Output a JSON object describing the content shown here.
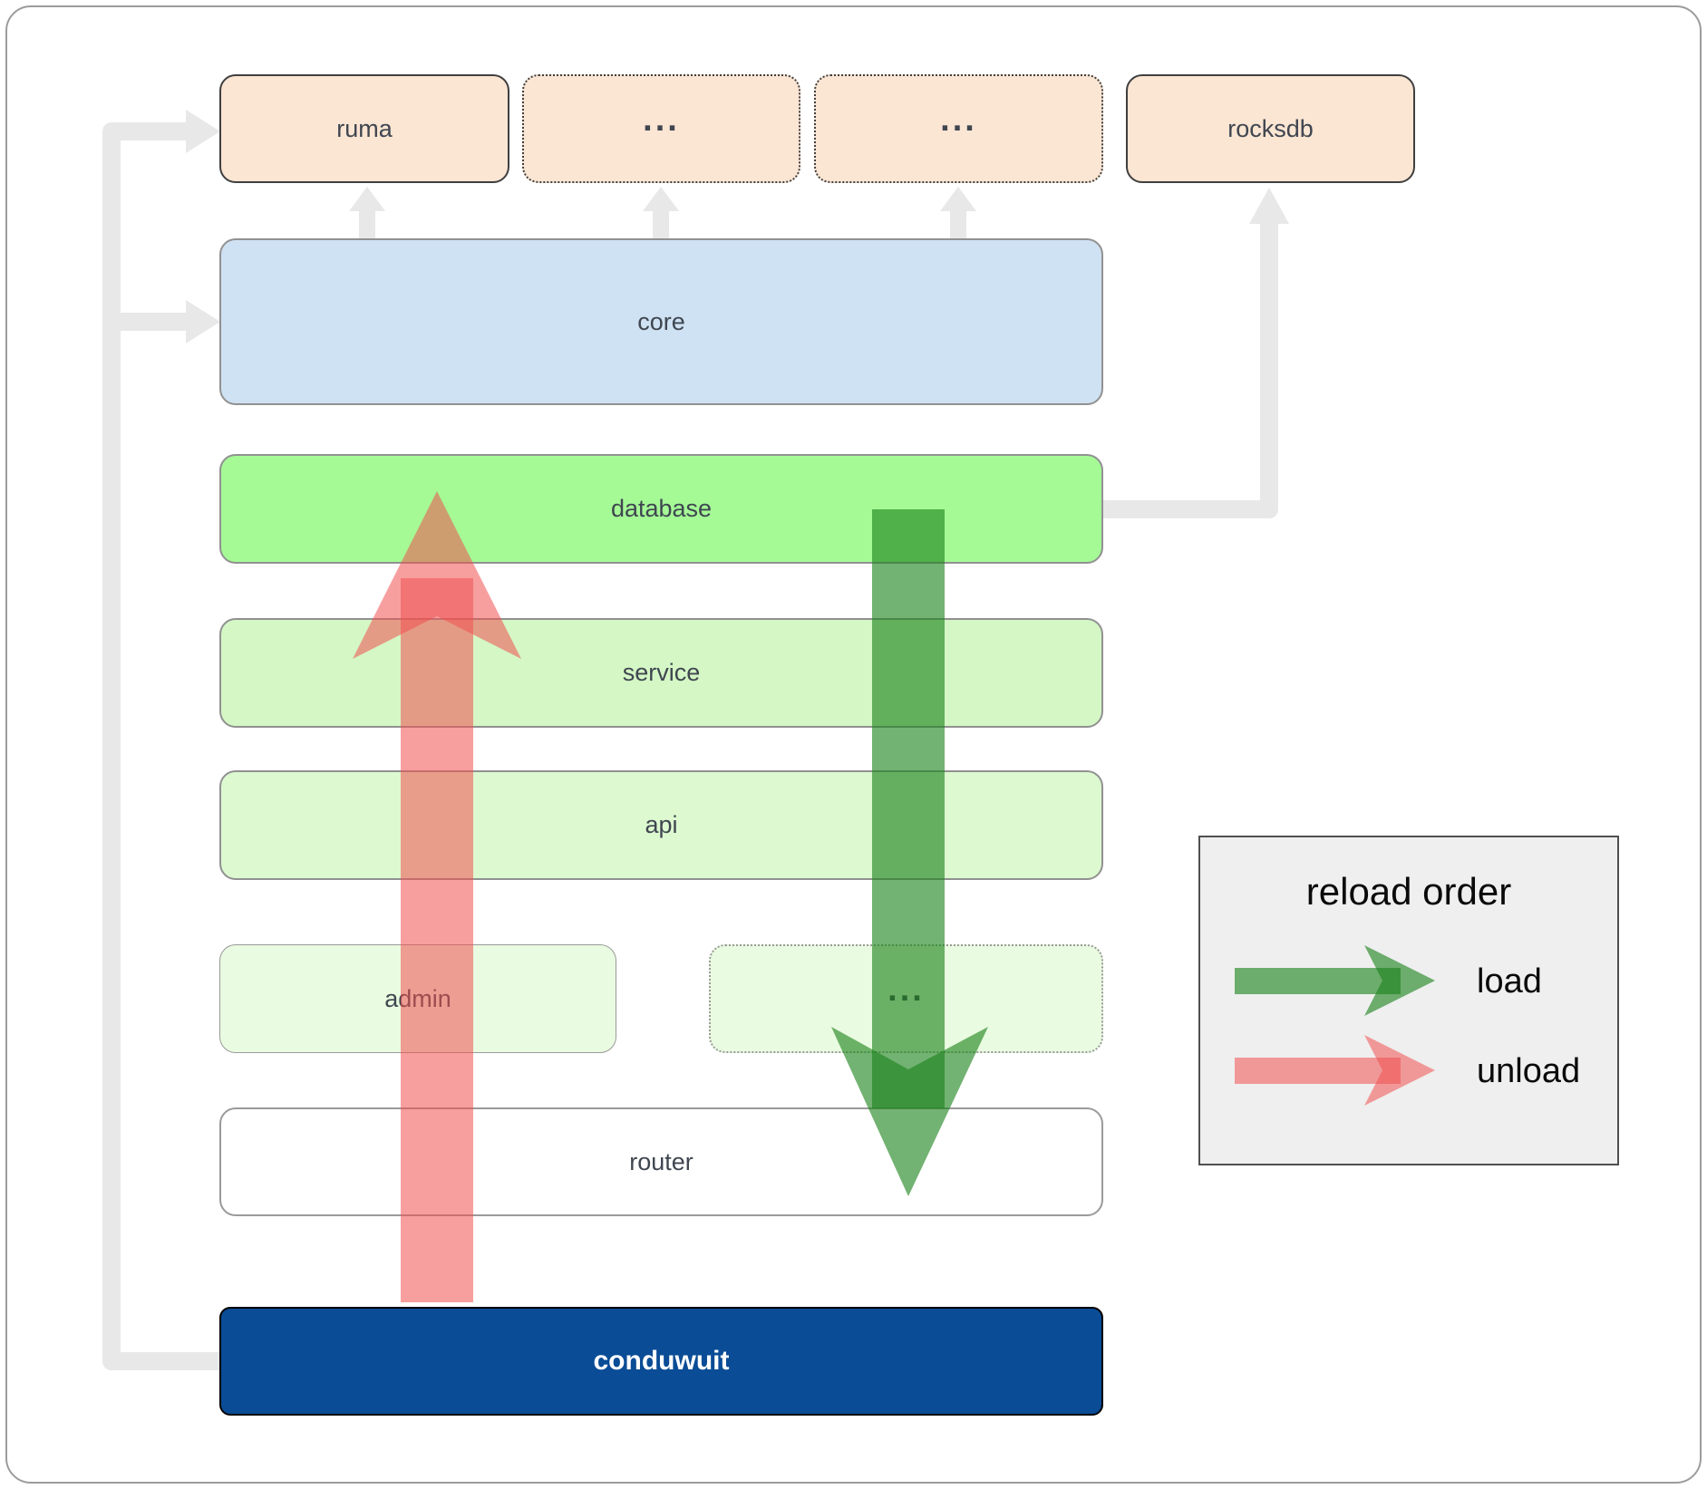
{
  "boxes": {
    "ruma": "ruma",
    "ellipsis_a": "...",
    "ellipsis_b": "...",
    "rocksdb": "rocksdb",
    "core": "core",
    "database": "database",
    "service": "service",
    "api": "api",
    "admin": "admin",
    "ellipsis_c": "...",
    "router": "router",
    "conduwuit": "conduwuit"
  },
  "legend": {
    "title": "reload order",
    "load_label": "load",
    "unload_label": "unload"
  },
  "colors": {
    "load_green": "#1b821b",
    "unload_red": "#f05050",
    "connector_gray": "#e8e8e8",
    "conduwuit_blue": "#0a4c96",
    "module_peach": "#fbe5d3",
    "core_blue": "#cfe2f3",
    "database_green": "#a5fa96"
  }
}
